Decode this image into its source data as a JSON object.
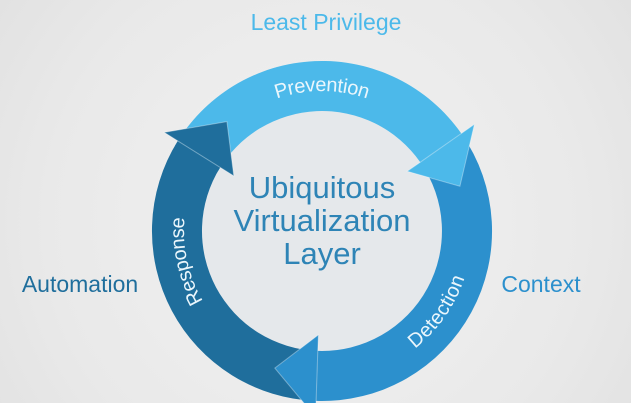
{
  "labels": {
    "top": "Least Privilege",
    "left": "Automation",
    "right": "Context"
  },
  "center": {
    "line1": "Ubiquitous",
    "line2": "Virtualization",
    "line3": "Layer"
  },
  "cycle": [
    {
      "name": "Prevention",
      "color": "#4cb9ea"
    },
    {
      "name": "Detection",
      "color": "#2c90cd"
    },
    {
      "name": "Response",
      "color": "#1f6e9c"
    }
  ],
  "colors": {
    "least_privilege": "#4cb9ea",
    "automation": "#1f6e9c",
    "context": "#2c90cd",
    "center_text": "#2e84b6"
  }
}
